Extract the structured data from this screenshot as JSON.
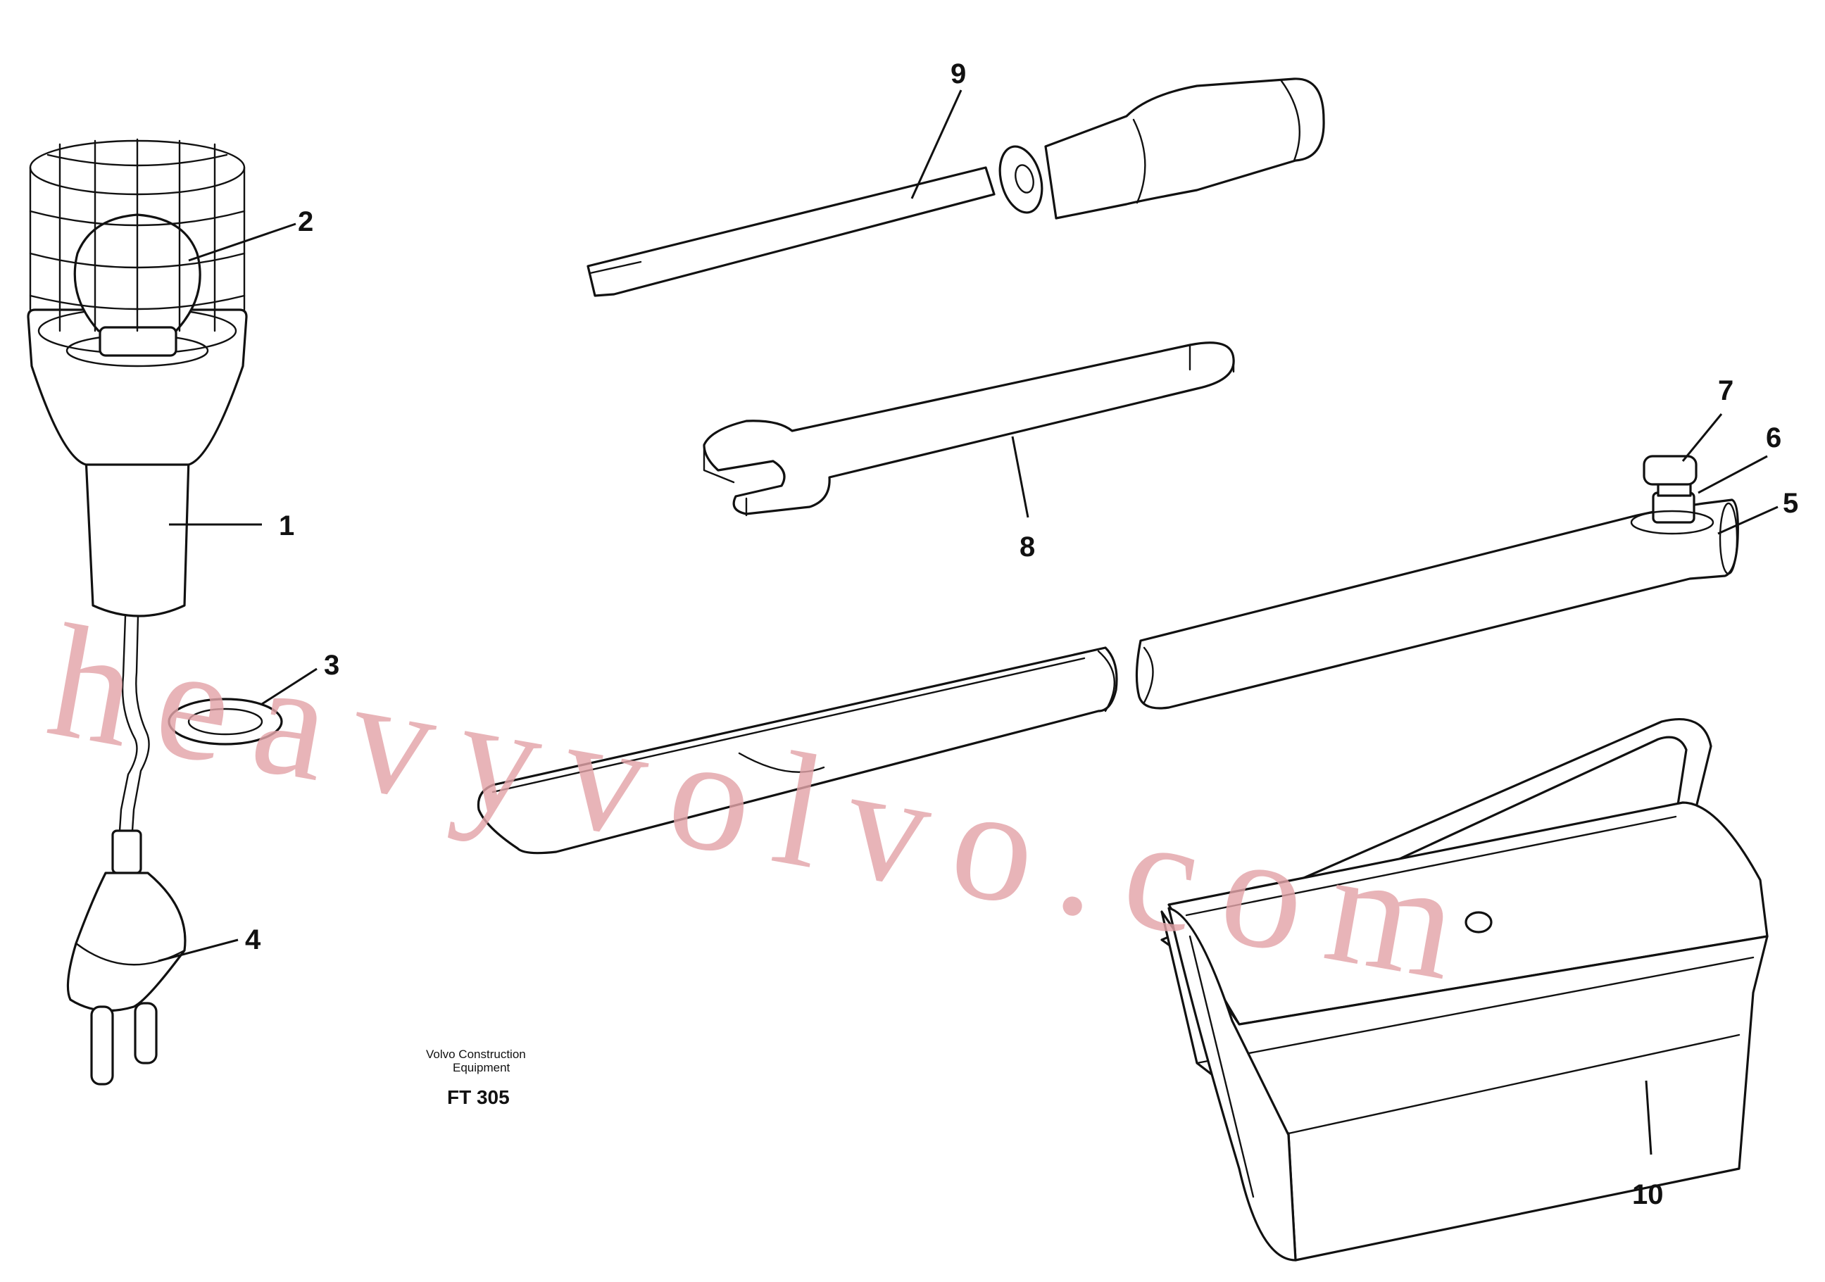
{
  "callouts": {
    "c1": "1",
    "c2": "2",
    "c3": "3",
    "c4": "4",
    "c5": "5",
    "c6": "6",
    "c7": "7",
    "c8": "8",
    "c9": "9",
    "c10": "10"
  },
  "caption": {
    "line1": "Volvo Construction",
    "line2": "Equipment",
    "code": "FT 305"
  },
  "watermark": "heavyvolvo.com",
  "colors": {
    "line": "#111111",
    "watermark": "#e3a3a8",
    "background": "#ffffff"
  }
}
